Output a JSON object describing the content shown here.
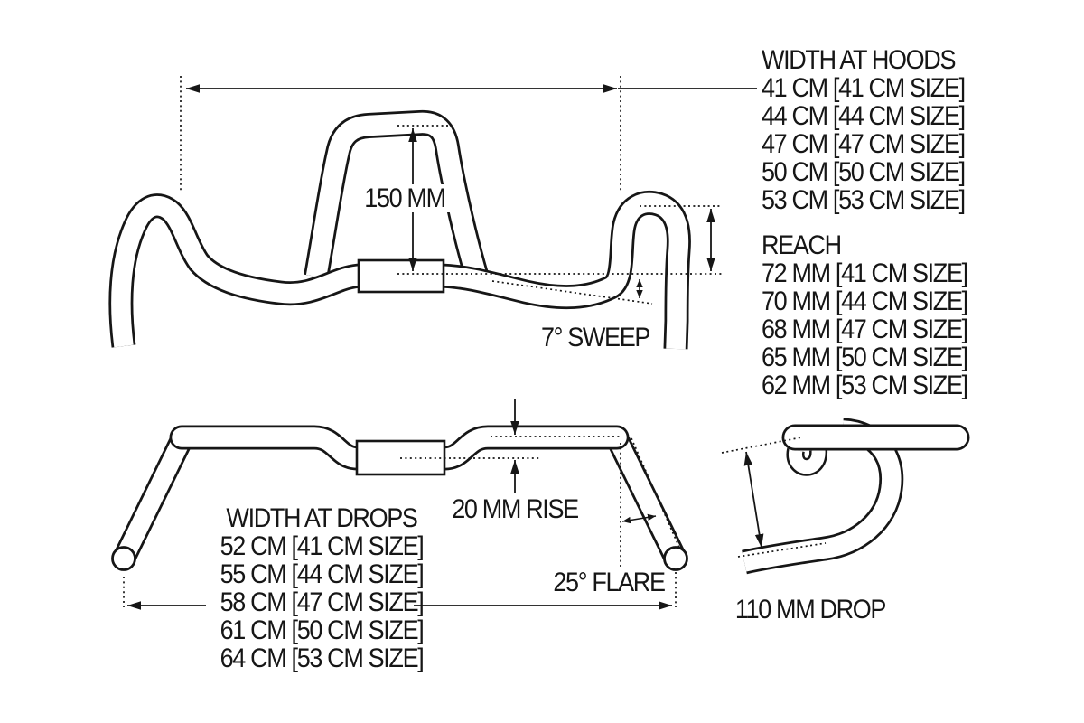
{
  "title": "Handlebar geometry diagram",
  "colors": {
    "ink": "#161616",
    "background": "#ffffff"
  },
  "hoods": {
    "title": "WIDTH AT HOODS",
    "rows": [
      "41 CM [41 CM SIZE]",
      "44 CM [44 CM SIZE]",
      "47 CM [47 CM SIZE]",
      "50 CM [50 CM SIZE]",
      "53 CM [53 CM SIZE]"
    ]
  },
  "reach": {
    "title": "REACH",
    "rows": [
      "72 MM [41 CM SIZE]",
      "70 MM [44 CM SIZE]",
      "68 MM [47 CM SIZE]",
      "65 MM [50 CM SIZE]",
      "62 MM [53 CM SIZE]"
    ]
  },
  "drops": {
    "title": "WIDTH AT DROPS",
    "rows": [
      "52 CM [41 CM SIZE]",
      "55 CM [44 CM SIZE]",
      "58 CM [47 CM SIZE]",
      "61 CM [50 CM SIZE]",
      "64 CM [53 CM SIZE]"
    ]
  },
  "annotations": {
    "loop_depth": "150 MM",
    "sweep": "7° SWEEP",
    "rise": "20 MM RISE",
    "flare": "25° FLARE",
    "drop": "110 MM DROP"
  }
}
